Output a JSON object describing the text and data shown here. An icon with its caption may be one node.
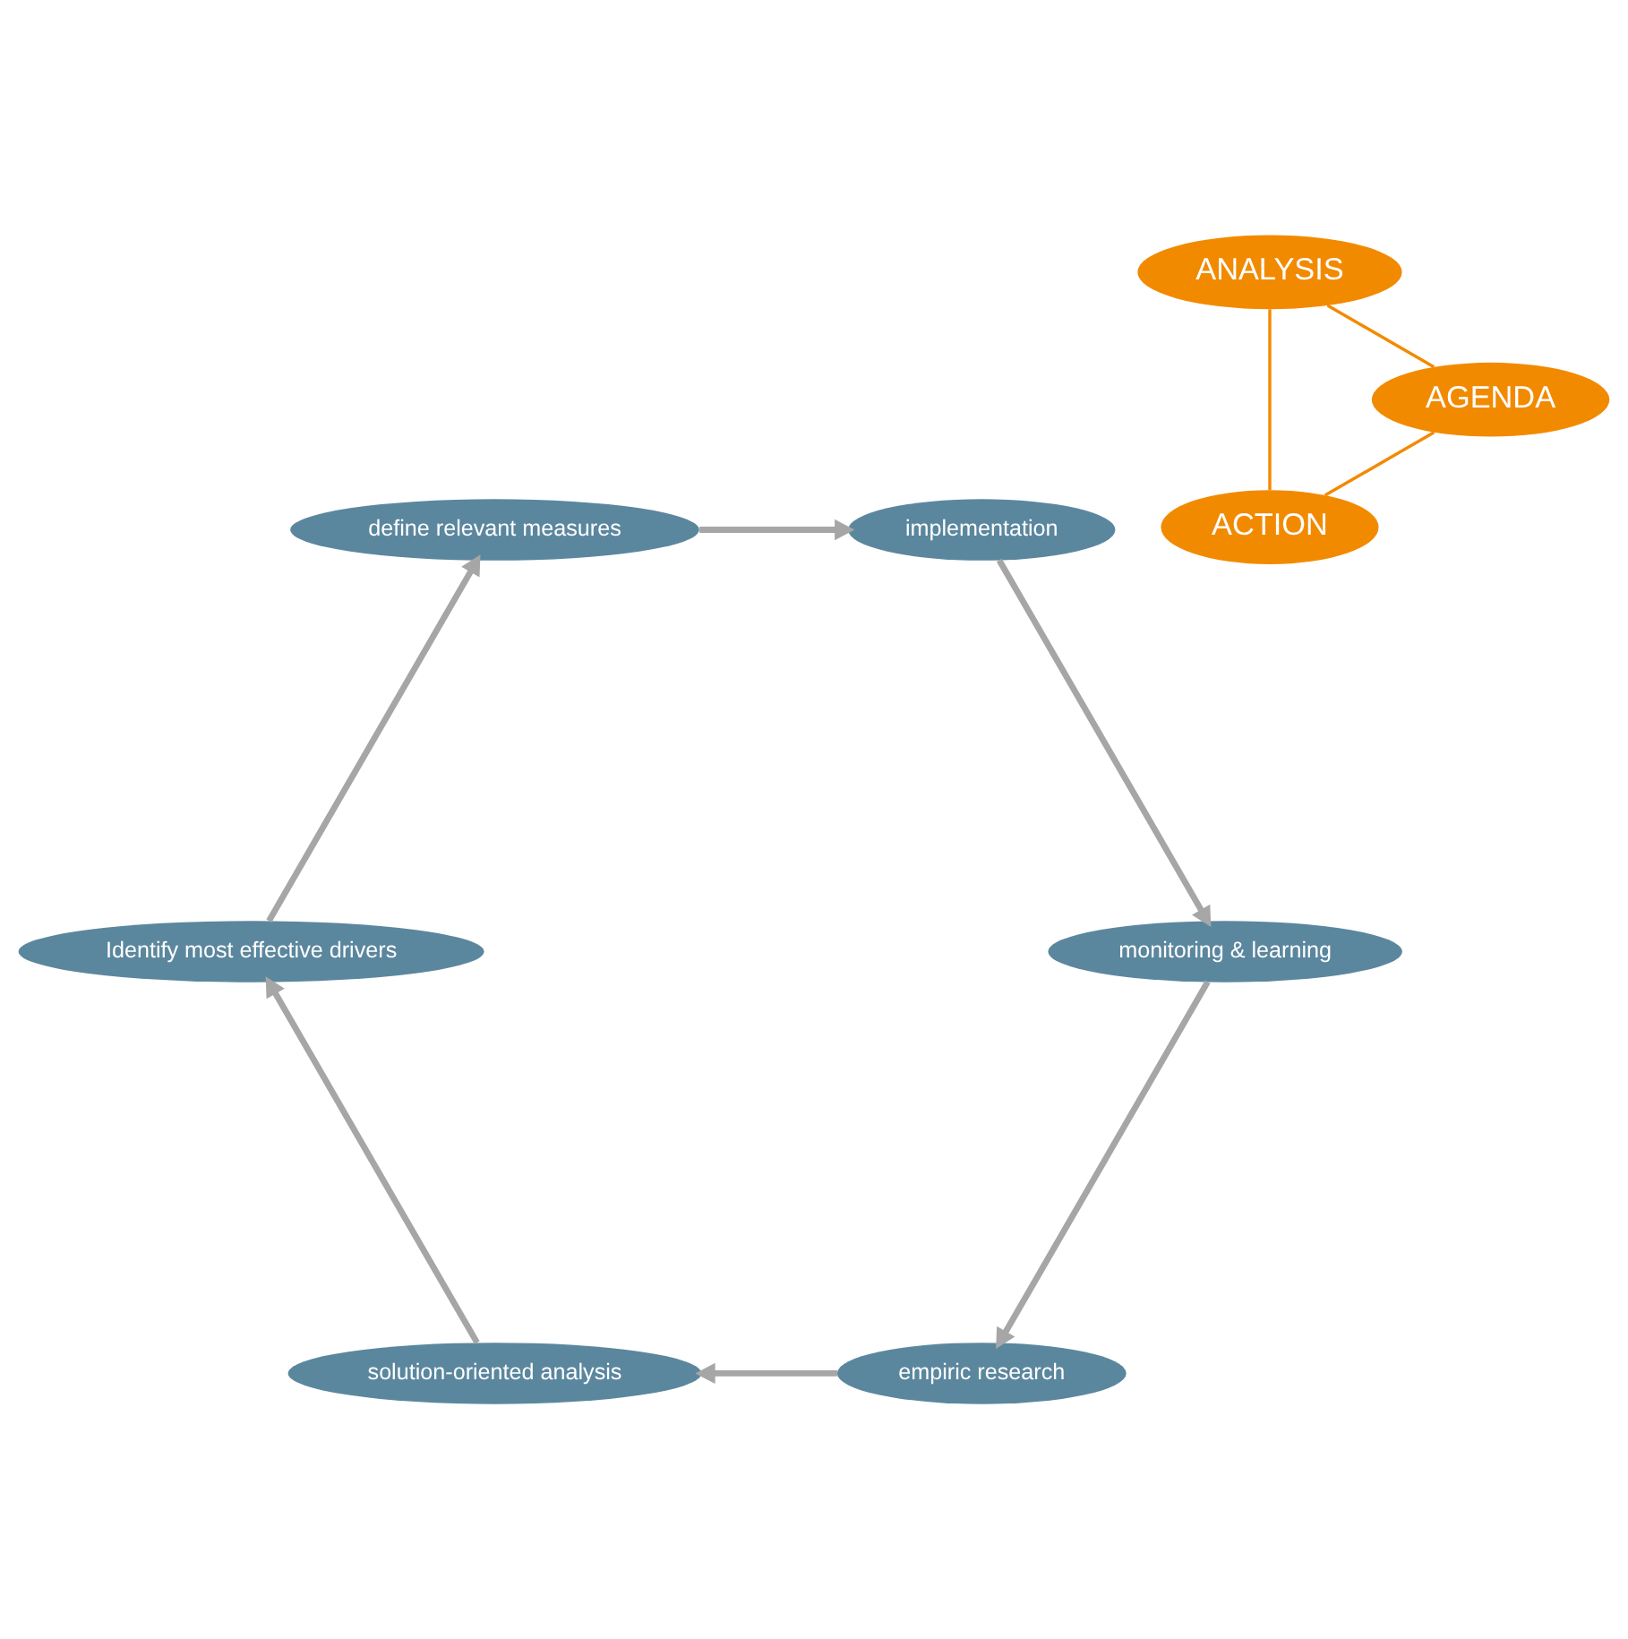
{
  "diagram": {
    "nodes": [
      {
        "text": [
          "ACTION"
        ]
      },
      {
        "text": [
          "ANALYSIS"
        ]
      },
      {
        "text": [
          "empiric research"
        ]
      },
      {
        "text": [
          "monitoring & learning"
        ]
      },
      {
        "text": [
          "solution-oriented analysis"
        ]
      },
      {
        "text": [
          "implementation"
        ]
      },
      {
        "text": [
          "Identify most effective drivers"
        ]
      },
      {
        "text": [
          "define relevant measures"
        ]
      },
      {
        "text": [
          "AGENDA"
        ]
      }
    ],
    "edges": [
      {
        "from": 2,
        "to": 4,
        "arrow": "to"
      },
      {
        "from": 4,
        "to": 6,
        "arrow": "to"
      },
      {
        "from": 6,
        "to": 7,
        "arrow": "to"
      },
      {
        "from": 7,
        "to": 5,
        "arrow": "to"
      },
      {
        "from": 5,
        "to": 3,
        "arrow": "to"
      },
      {
        "from": 3,
        "to": 2,
        "arrow": "to"
      },
      {
        "from": 0,
        "to": 1,
        "arrow": "none",
        "color": "#f28a00"
      },
      {
        "from": 1,
        "to": 8,
        "arrow": "none",
        "color": "#f28a00"
      },
      {
        "from": 8,
        "to": 0,
        "arrow": "none",
        "color": "#f28a00"
      }
    ]
  }
}
